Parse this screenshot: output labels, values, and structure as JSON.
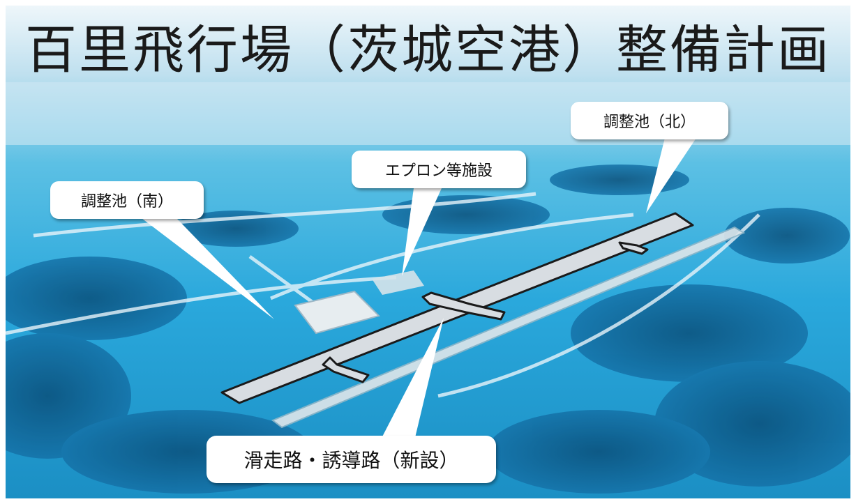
{
  "title": "百里飛行場（茨城空港）整備計画",
  "labels": {
    "pond_south": "調整池（南）",
    "apron": "エプロン等施設",
    "pond_north": "調整池（北）",
    "runway": "滑走路・誘導路（新設）"
  },
  "colors": {
    "sky_top": "#eef6fa",
    "terrain": "#2aa8dc",
    "forest": "#0d5f8f",
    "runway_outline": "#1a1a1a",
    "runway_fill": "#d8dde2"
  }
}
